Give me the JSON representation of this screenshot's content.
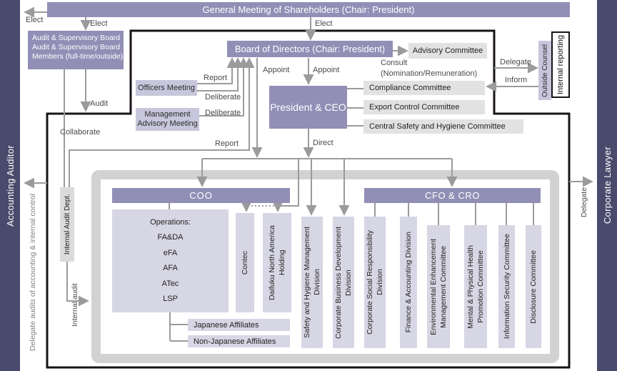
{
  "colors": {
    "sidebar_purple": "#4a4a6c",
    "primary_purple": "#918fb6",
    "light_purple": "#c7c6dc",
    "lavender": "#d7d6e4",
    "committee_gray": "#e2e2e2",
    "frame_gray": "#d2d2d2",
    "line_gray": "#9b9b9b",
    "outline_black": "#19121a"
  },
  "sidebars": {
    "left": "Accounting Auditor",
    "right": "Corporate Lawyer"
  },
  "top_bar": {
    "title": "General Meeting of Shareholders (Chair: President)"
  },
  "labels": {
    "elect_left": "Elect",
    "elect_asb": "Elect",
    "elect_bod": "Elect",
    "audit": "Audit",
    "collaborate": "Collaborate",
    "report_internal": "Report",
    "report_officers": "Report",
    "deliberate_officers": "Deliberate",
    "deliberate_advisory": "Deliberate",
    "appoint_board": "Appoint",
    "appoint_president": "Appoint",
    "direct": "Direct",
    "consult_line1": "Consult",
    "consult_line2": "(Nomination/Remuneration)",
    "delegate_counsel": "Delegate",
    "inform": "Inform",
    "internal_audit": "Internal audit",
    "delegate_audits": "Delegate audits of accounting & internal control",
    "delegate_lawyer": "Delegate"
  },
  "nodes": {
    "audit_supervisory": {
      "line1": "Audit & Supervisory Board",
      "line2": "Audit & Supervisory Board",
      "line3": "Members (full-time/outside)"
    },
    "board": "Board of Directors (Chair: President)",
    "officers_meeting": "Officers Meeting",
    "management_advisory": {
      "line1": "Management",
      "line2": "Advisory Meeting"
    },
    "president": "President & CEO",
    "advisory_committee": "Advisory Committee",
    "compliance_committee": "Compliance Committee",
    "export_committee": "Export Control Committee",
    "central_safety_committee": "Central Safety and Hygiene Committee",
    "outside_counsel": "Outside Counsel",
    "internal_reporting": "Internal reporting",
    "internal_audit_dept": "Internal Audit Dept.",
    "coo": "COO",
    "cfo_cro": "CFO & CRO",
    "operations": {
      "title": "Operations:",
      "items": [
        "FA&DA",
        "eFA",
        "AFA",
        "ATec",
        "LSP"
      ]
    },
    "japanese_affiliates": "Japanese Affiliates",
    "non_japanese_affiliates": "Non-Japanese Affiliates",
    "contec": "Contec",
    "daifuku_na": {
      "line1": "Daifuku North America",
      "line2": "Holding"
    },
    "shm_division": {
      "line1": "Safety and Hygiene Management",
      "line2": "Division"
    },
    "cbd_division": {
      "line1": "Corporate Business Development",
      "line2": "Division"
    },
    "csr_division": {
      "line1": "Corporate Social Responsibility",
      "line2": "Division"
    },
    "finance_division": "Finance & Accounting Division",
    "eem_committee": {
      "line1": "Environmental Enhancement",
      "line2": "Management Committee"
    },
    "mph_committee": {
      "line1": "Mental & Physical Health",
      "line2": "Promotion Committee"
    },
    "is_committee": "Information Security Committee",
    "disclosure_committee": "Disclosure Committee"
  }
}
